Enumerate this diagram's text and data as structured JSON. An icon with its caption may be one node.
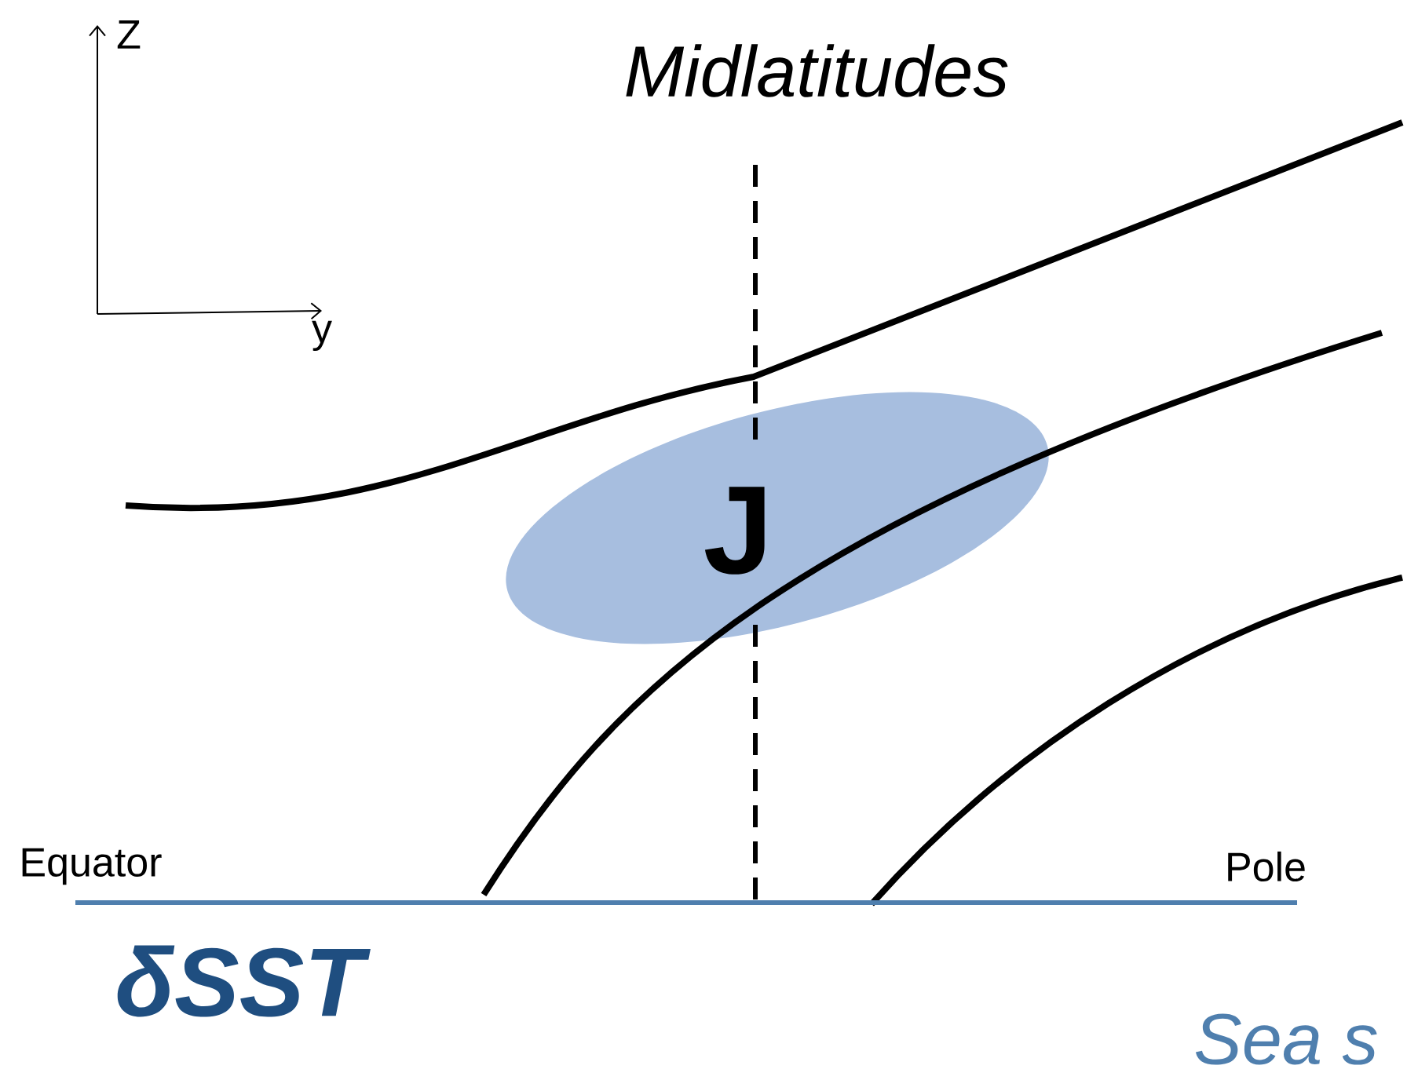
{
  "diagram": {
    "title": "Midlatitudes",
    "nodes": [
      {
        "text": [
          "J"
        ]
      }
    ],
    "labels": [
      "Z",
      "y",
      "Equator",
      "Pole",
      "δSST",
      "Sea s"
    ]
  }
}
